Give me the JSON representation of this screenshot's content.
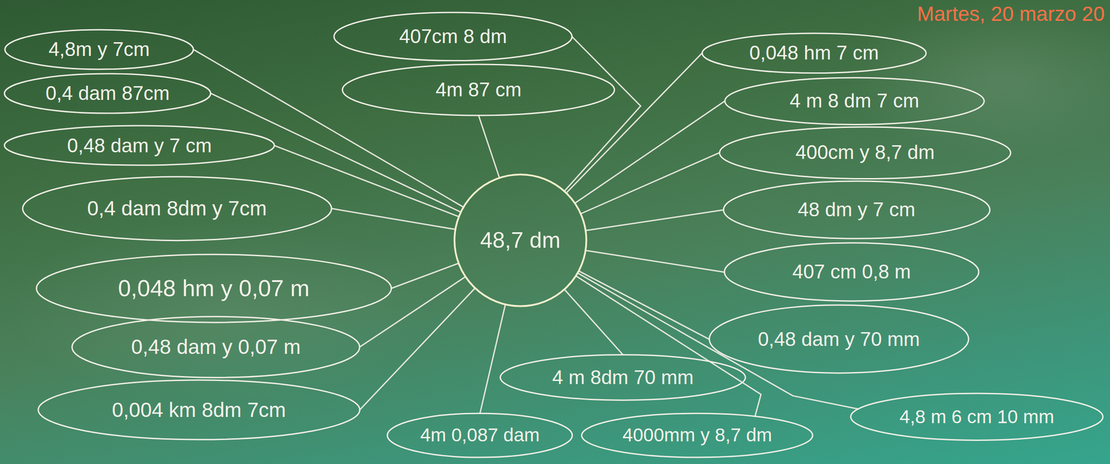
{
  "diagram": {
    "nodes": [
      {
        "text": [
          "4,8m y 7cm"
        ]
      },
      {
        "text": [
          "0,4 dam 87cm"
        ]
      },
      {
        "text": [
          "0,48 dam y 7 cm"
        ]
      },
      {
        "text": [
          "0,4 dam 8dm y 7cm"
        ]
      },
      {
        "text": [
          "0,048 hm y 0,07 m"
        ]
      },
      {
        "text": [
          "0,48 dam y 0,07 m"
        ]
      },
      {
        "text": [
          "0,004 km 8dm 7cm"
        ]
      },
      {
        "text": [
          "407cm 8 dm"
        ]
      },
      {
        "text": [
          "4m 87 cm"
        ]
      },
      {
        "text": [
          "48,7 dm"
        ]
      },
      {
        "text": [
          "0,048 hm 7 cm"
        ]
      },
      {
        "text": [
          "4 m 8 dm 7 cm"
        ]
      },
      {
        "text": [
          "400cm y 8,7 dm"
        ]
      },
      {
        "text": [
          "48 dm y 7 cm"
        ]
      },
      {
        "text": [
          "407 cm 0,8 m"
        ]
      },
      {
        "text": [
          "0,48 dam y 70 mm"
        ]
      },
      {
        "text": [
          "4,8 m 6 cm 10 mm"
        ]
      },
      {
        "text": [
          "4 m 8dm 70 mm"
        ]
      },
      {
        "text": [
          "4m 0,087 dam"
        ]
      },
      {
        "text": [
          "4000mm y 8,7 dm"
        ]
      }
    ],
    "edges": [
      {
        "from": 0,
        "to": 9,
        "arrow": "none"
      },
      {
        "from": 1,
        "to": 9,
        "arrow": "none"
      },
      {
        "from": 2,
        "to": 9,
        "arrow": "none"
      },
      {
        "from": 3,
        "to": 9,
        "arrow": "none"
      },
      {
        "from": 4,
        "to": 9,
        "arrow": "none"
      },
      {
        "from": 5,
        "to": 9,
        "arrow": "none"
      },
      {
        "from": 6,
        "to": 9,
        "arrow": "none"
      },
      {
        "from": 7,
        "to": 9,
        "arrow": "none"
      },
      {
        "from": 8,
        "to": 9,
        "arrow": "none"
      },
      {
        "from": 10,
        "to": 9,
        "arrow": "none"
      },
      {
        "from": 11,
        "to": 9,
        "arrow": "none"
      },
      {
        "from": 12,
        "to": 9,
        "arrow": "none"
      },
      {
        "from": 13,
        "to": 9,
        "arrow": "none"
      },
      {
        "from": 14,
        "to": 9,
        "arrow": "none"
      },
      {
        "from": 15,
        "to": 9,
        "arrow": "none"
      },
      {
        "from": 16,
        "to": 9,
        "arrow": "none"
      },
      {
        "from": 17,
        "to": 9,
        "arrow": "none"
      },
      {
        "from": 18,
        "to": 9,
        "arrow": "none"
      },
      {
        "from": 19,
        "to": 9,
        "arrow": "none"
      }
    ],
    "labels": [
      "Martes, 20 marzo 20"
    ]
  }
}
